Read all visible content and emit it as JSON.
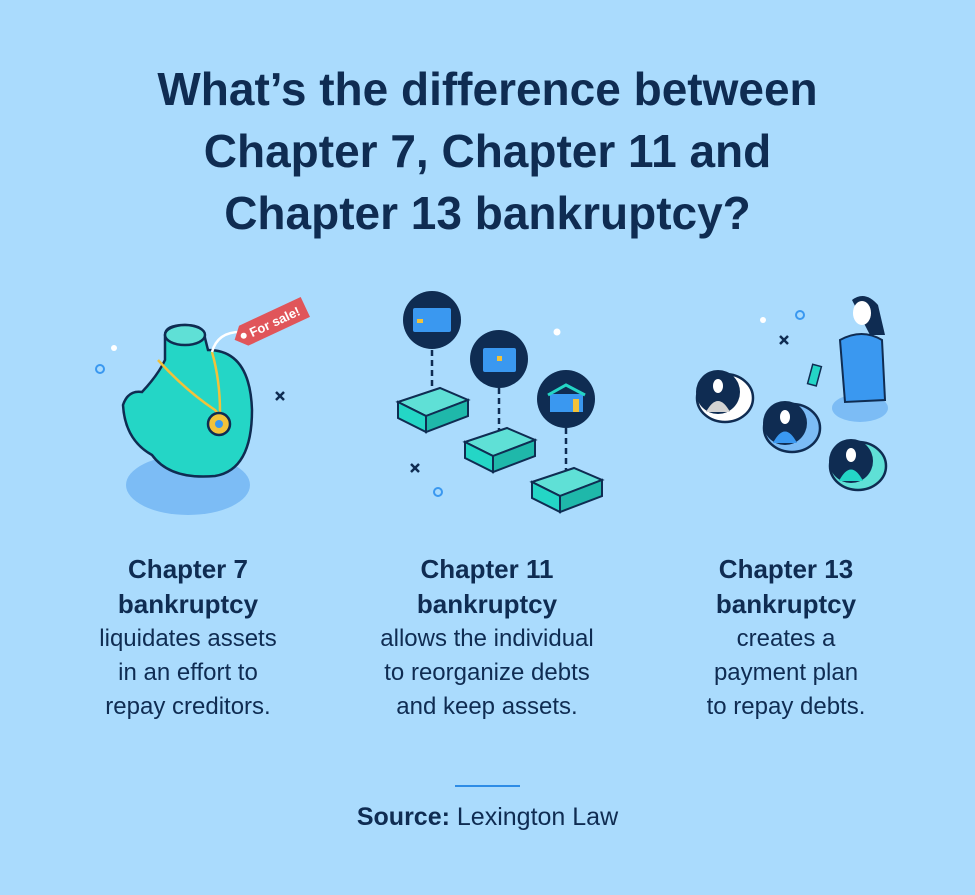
{
  "title": {
    "line1": "What’s the difference between",
    "line2": "Chapter 7, Chapter 11 and",
    "line3": "Chapter 13 bankruptcy?"
  },
  "columns": [
    {
      "heading1": "Chapter 7",
      "heading2": "bankruptcy",
      "desc1": "liquidates assets",
      "desc2": "in an effort to",
      "desc3": "repay creditors.",
      "illustration": "bust-with-necklace-for-sale"
    },
    {
      "heading1": "Chapter 11",
      "heading2": "bankruptcy",
      "desc1": "allows the individual",
      "desc2": "to reorganize debts",
      "desc3": "and keep assets.",
      "illustration": "money-stacks-with-assets"
    },
    {
      "heading1": "Chapter 13",
      "heading2": "bankruptcy",
      "desc1": "creates a",
      "desc2": "payment plan",
      "desc3": "to repay debts.",
      "illustration": "person-paying-creditors"
    }
  ],
  "tag": {
    "label": "For sale!"
  },
  "source": {
    "label": "Source:",
    "value": "Lexington Law"
  },
  "colors": {
    "background": "#aadbfd",
    "text": "#0f2c52",
    "accent": "#2e8ce6",
    "teal": "#2ed3c6",
    "red": "#e0555a"
  }
}
